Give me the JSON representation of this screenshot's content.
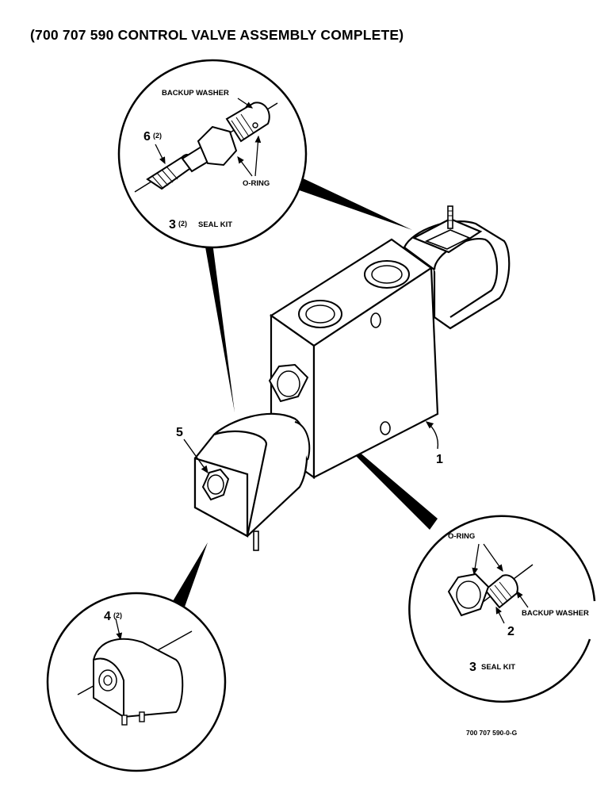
{
  "title": "(700 707 590 CONTROL VALVE ASSEMBLY COMPLETE)",
  "figure_code": "700 707 590-0-G",
  "callouts": {
    "top": {
      "backup_washer": "BACKUP WASHER",
      "item6": "6",
      "item6_qty": "(2)",
      "o_ring": "O-RING",
      "seal_kit_num": "3",
      "seal_kit_qty": "(2)",
      "seal_kit": "SEAL KIT"
    },
    "right": {
      "o_ring": "O-RING",
      "backup_washer": "BACKUP WASHER",
      "item2": "2",
      "seal_kit_num": "3",
      "seal_kit": "SEAL KIT"
    },
    "left": {
      "item4": "4",
      "item4_qty": "(2)"
    },
    "main": {
      "item1": "1",
      "item5": "5"
    }
  }
}
